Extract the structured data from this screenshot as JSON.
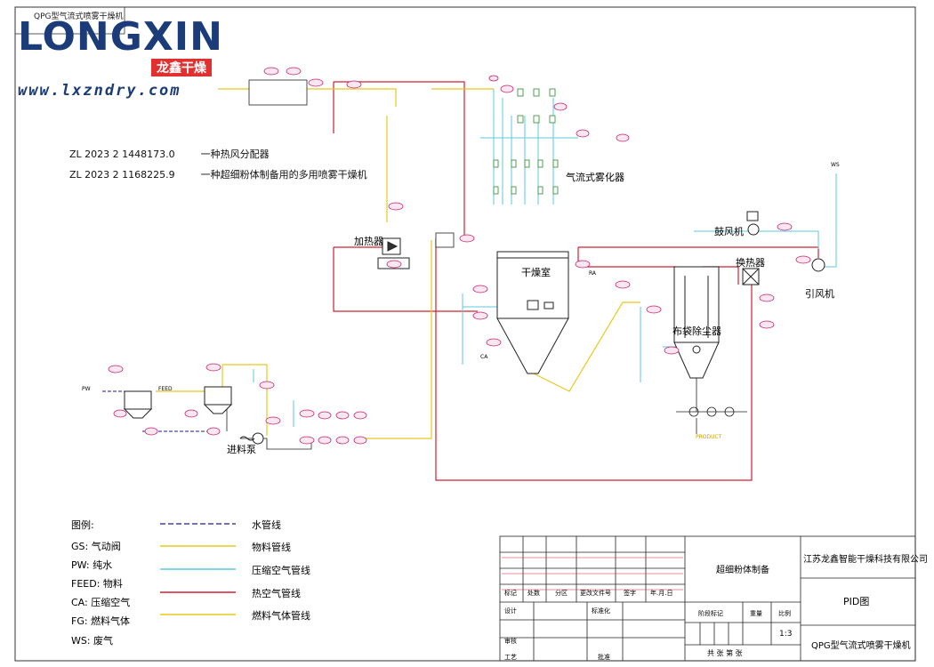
{
  "drawing": {
    "corner_title": "QPG型气流式喷雾干燥机",
    "logo": {
      "brand": "LONGXIN",
      "brand_cn": "龙鑫干燥",
      "url": "www.lxzndry.com"
    },
    "patents": [
      {
        "number": "ZL 2023 2 1448173.0",
        "name": "一种热风分配器"
      },
      {
        "number": "ZL 2023 2 1168225.9",
        "name": "一种超细粉体制备用的多用喷雾干燥机"
      }
    ],
    "equipment": {
      "heater": "加热器",
      "dryer": "干燥室",
      "atomizer": "气流式雾化器",
      "blower": "鼓风机",
      "heat_exchanger": "换热器",
      "bag_filter": "布袋除尘器",
      "exhaust_fan": "引风机",
      "feed_pump": "进料泵"
    },
    "stream_tags": {
      "pw": "PW",
      "feed": "FEED",
      "ca": "CA",
      "ws": "WS",
      "product": "PRODUCT",
      "ra": "RA"
    },
    "legend": {
      "title": "图例:",
      "symbols": [
        "GS: 气动阀",
        "PW: 纯水",
        "FEED: 物料",
        "CA: 压缩空气",
        "FG: 燃料气体",
        "WS: 废气"
      ],
      "lines": [
        {
          "name": "水管线",
          "color": "#1e1e8c",
          "style": "dash"
        },
        {
          "name": "物料管线",
          "color": "#e8c81e",
          "style": "solid"
        },
        {
          "name": "压缩空气管线",
          "color": "#5ec8e0",
          "style": "solid"
        },
        {
          "name": "热空气管线",
          "color": "#d02030",
          "style": "solid"
        },
        {
          "name": "燃料气体管线",
          "color": "#e8c81e",
          "style": "solid"
        }
      ]
    },
    "title_block": {
      "company": "江苏龙鑫智能干燥科技有限公司",
      "project": "超细粉体制备",
      "drawing_type": "PID图",
      "drawing_name": "QPG型气流式喷雾干燥机",
      "scale": "1:3",
      "headers": [
        "标记",
        "处数",
        "分区",
        "更改文件号",
        "签字",
        "年.月.日"
      ],
      "design": "设计",
      "standard": "标准化",
      "stage_mark": "阶段标记",
      "weight": "重量",
      "ratio": "比例",
      "review": "审核",
      "process": "工艺",
      "approve": "批准",
      "sheets": "共  张  第  张"
    }
  }
}
